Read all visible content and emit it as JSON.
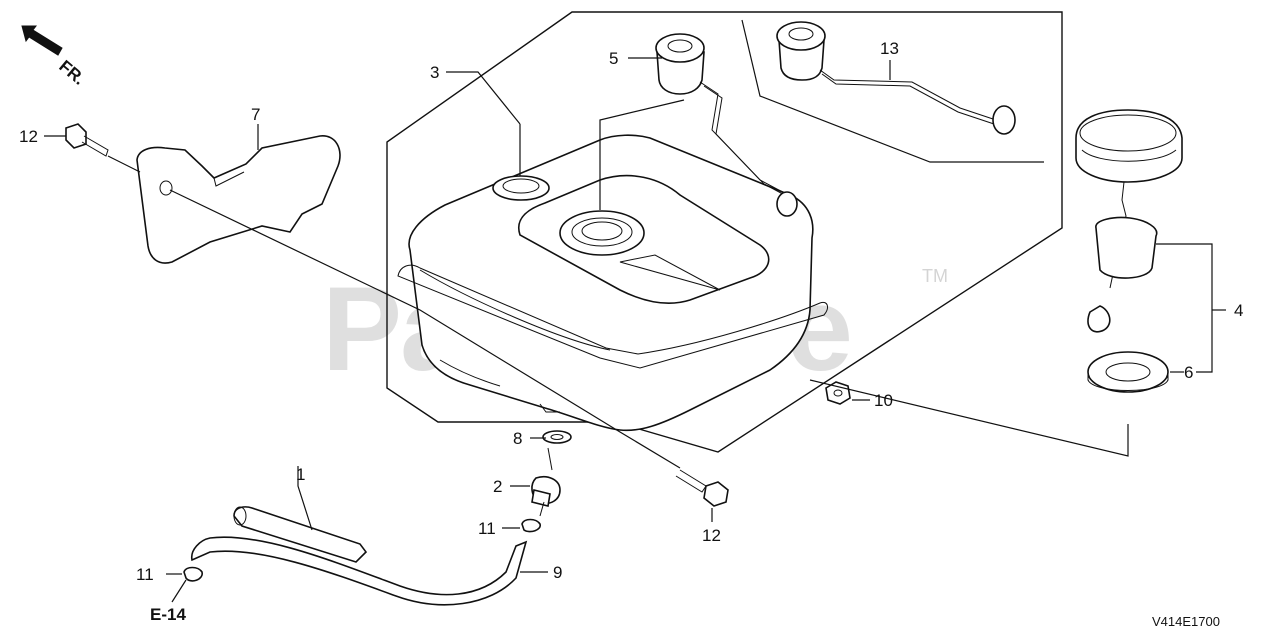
{
  "orientation": {
    "label": "FR."
  },
  "callouts": {
    "c1": "1",
    "c2": "2",
    "c3": "3",
    "c4": "4",
    "c5": "5",
    "c6": "6",
    "c7": "7",
    "c8": "8",
    "c9": "9",
    "c10": "10",
    "c11a": "11",
    "c11b": "11",
    "c12a": "12",
    "c12b": "12",
    "c13": "13"
  },
  "reference": {
    "label": "E-14"
  },
  "diagram_code": "V414E1700",
  "watermark": {
    "text": "PartsTree",
    "tm": "TM"
  }
}
